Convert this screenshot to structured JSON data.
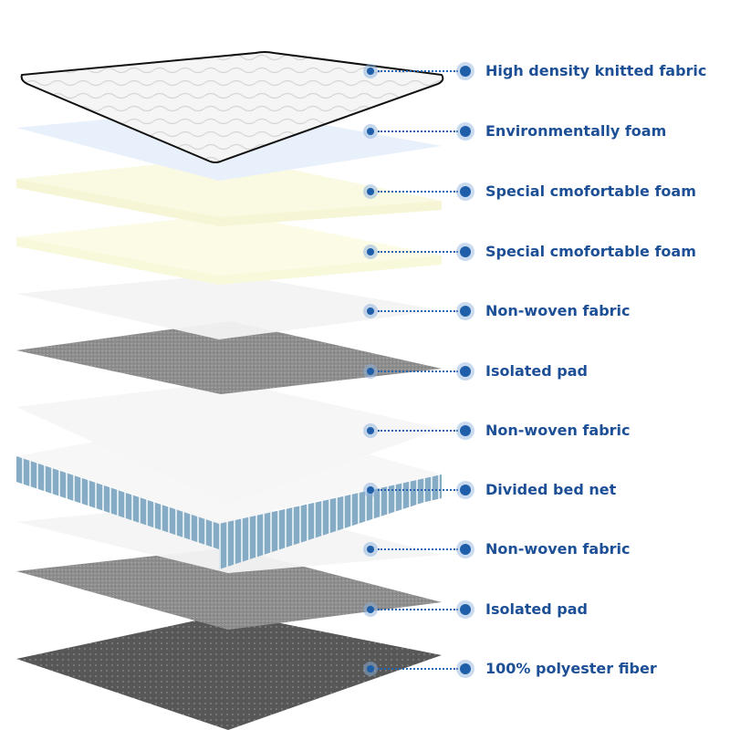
{
  "diagram": {
    "layers": [
      {
        "id": "top",
        "label": "High density knitted fabric",
        "fill": "#f4f4f4"
      },
      {
        "id": "env",
        "label": "Environmentally foam",
        "fill": "#e9f0fb"
      },
      {
        "id": "foam1",
        "label": "Special  cmofortable foam",
        "fill": "#f8f8dc"
      },
      {
        "id": "foam2",
        "label": "Special  cmofortable foam",
        "fill": "#f8f8dc"
      },
      {
        "id": "nw1",
        "label": "Non-woven fabric",
        "fill": "#f6f6f6"
      },
      {
        "id": "pad1",
        "label": "Isolated pad",
        "fill": "#8d8d8d"
      },
      {
        "id": "nw2",
        "label": "Non-woven fabric",
        "fill": "#f7f7f7"
      },
      {
        "id": "net",
        "label": "Divided bed net",
        "fill": "#7fa6c0"
      },
      {
        "id": "nw3",
        "label": "Non-woven fabric",
        "fill": "#f6f6f6"
      },
      {
        "id": "pad2",
        "label": "Isolated pad",
        "fill": "#8f8f8f"
      },
      {
        "id": "fiber",
        "label": "100% polyester fiber",
        "fill": "#555555"
      }
    ],
    "accent_color": "#1d4f96"
  }
}
